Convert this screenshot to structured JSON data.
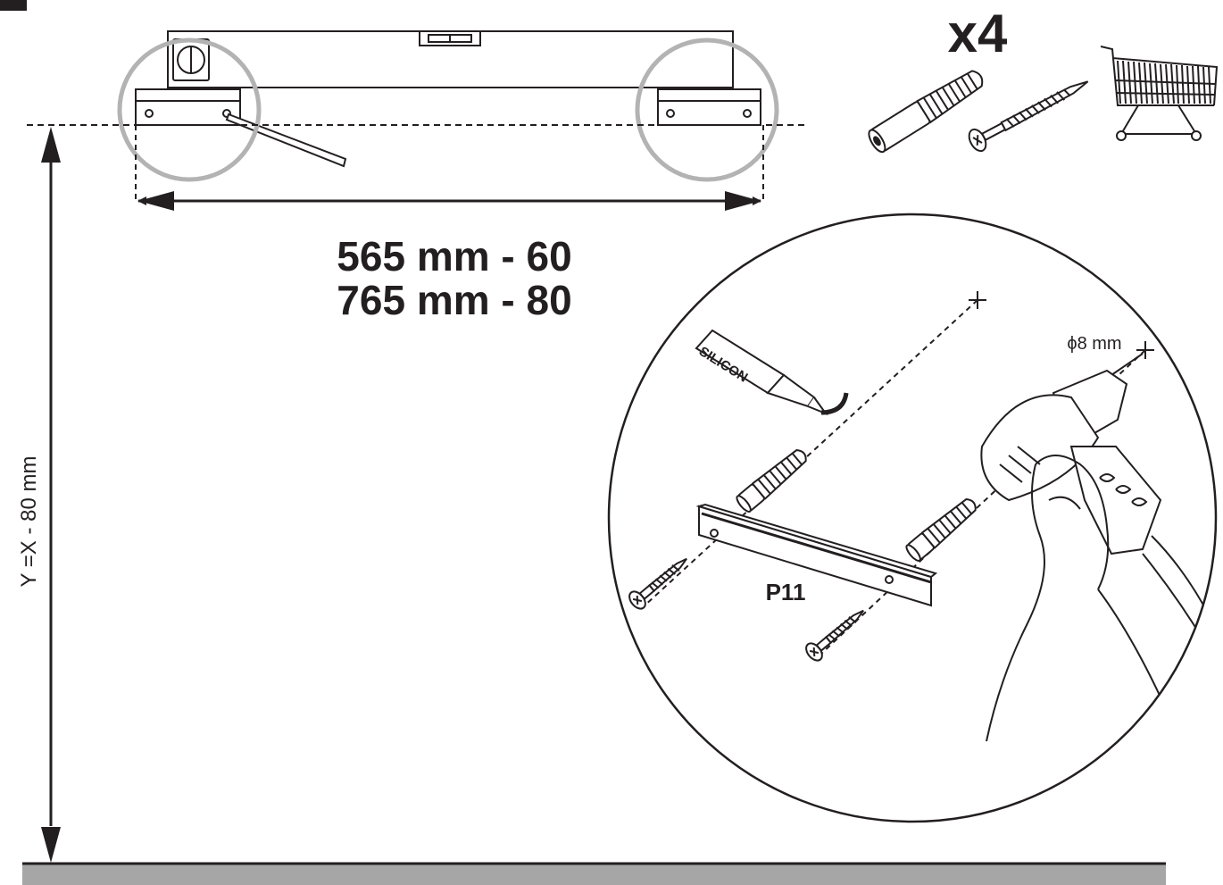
{
  "labels": {
    "width_line_1": "565 mm - 60",
    "width_line_2": "765 mm - 80",
    "quantity": "x4",
    "height": "Y =X - 80 mm",
    "drill_size": "ϕ8 mm",
    "silicon": "SILICON",
    "part": "P11"
  },
  "colors": {
    "ink": "#231f20",
    "highlight_circle": "#b3b3b3",
    "floor": "#a6a6a6"
  },
  "icons": [
    "spirit-level-icon",
    "wall-plug-icon",
    "screw-icon",
    "shopping-cart-icon",
    "silicon-tube-icon",
    "drill-icon"
  ]
}
